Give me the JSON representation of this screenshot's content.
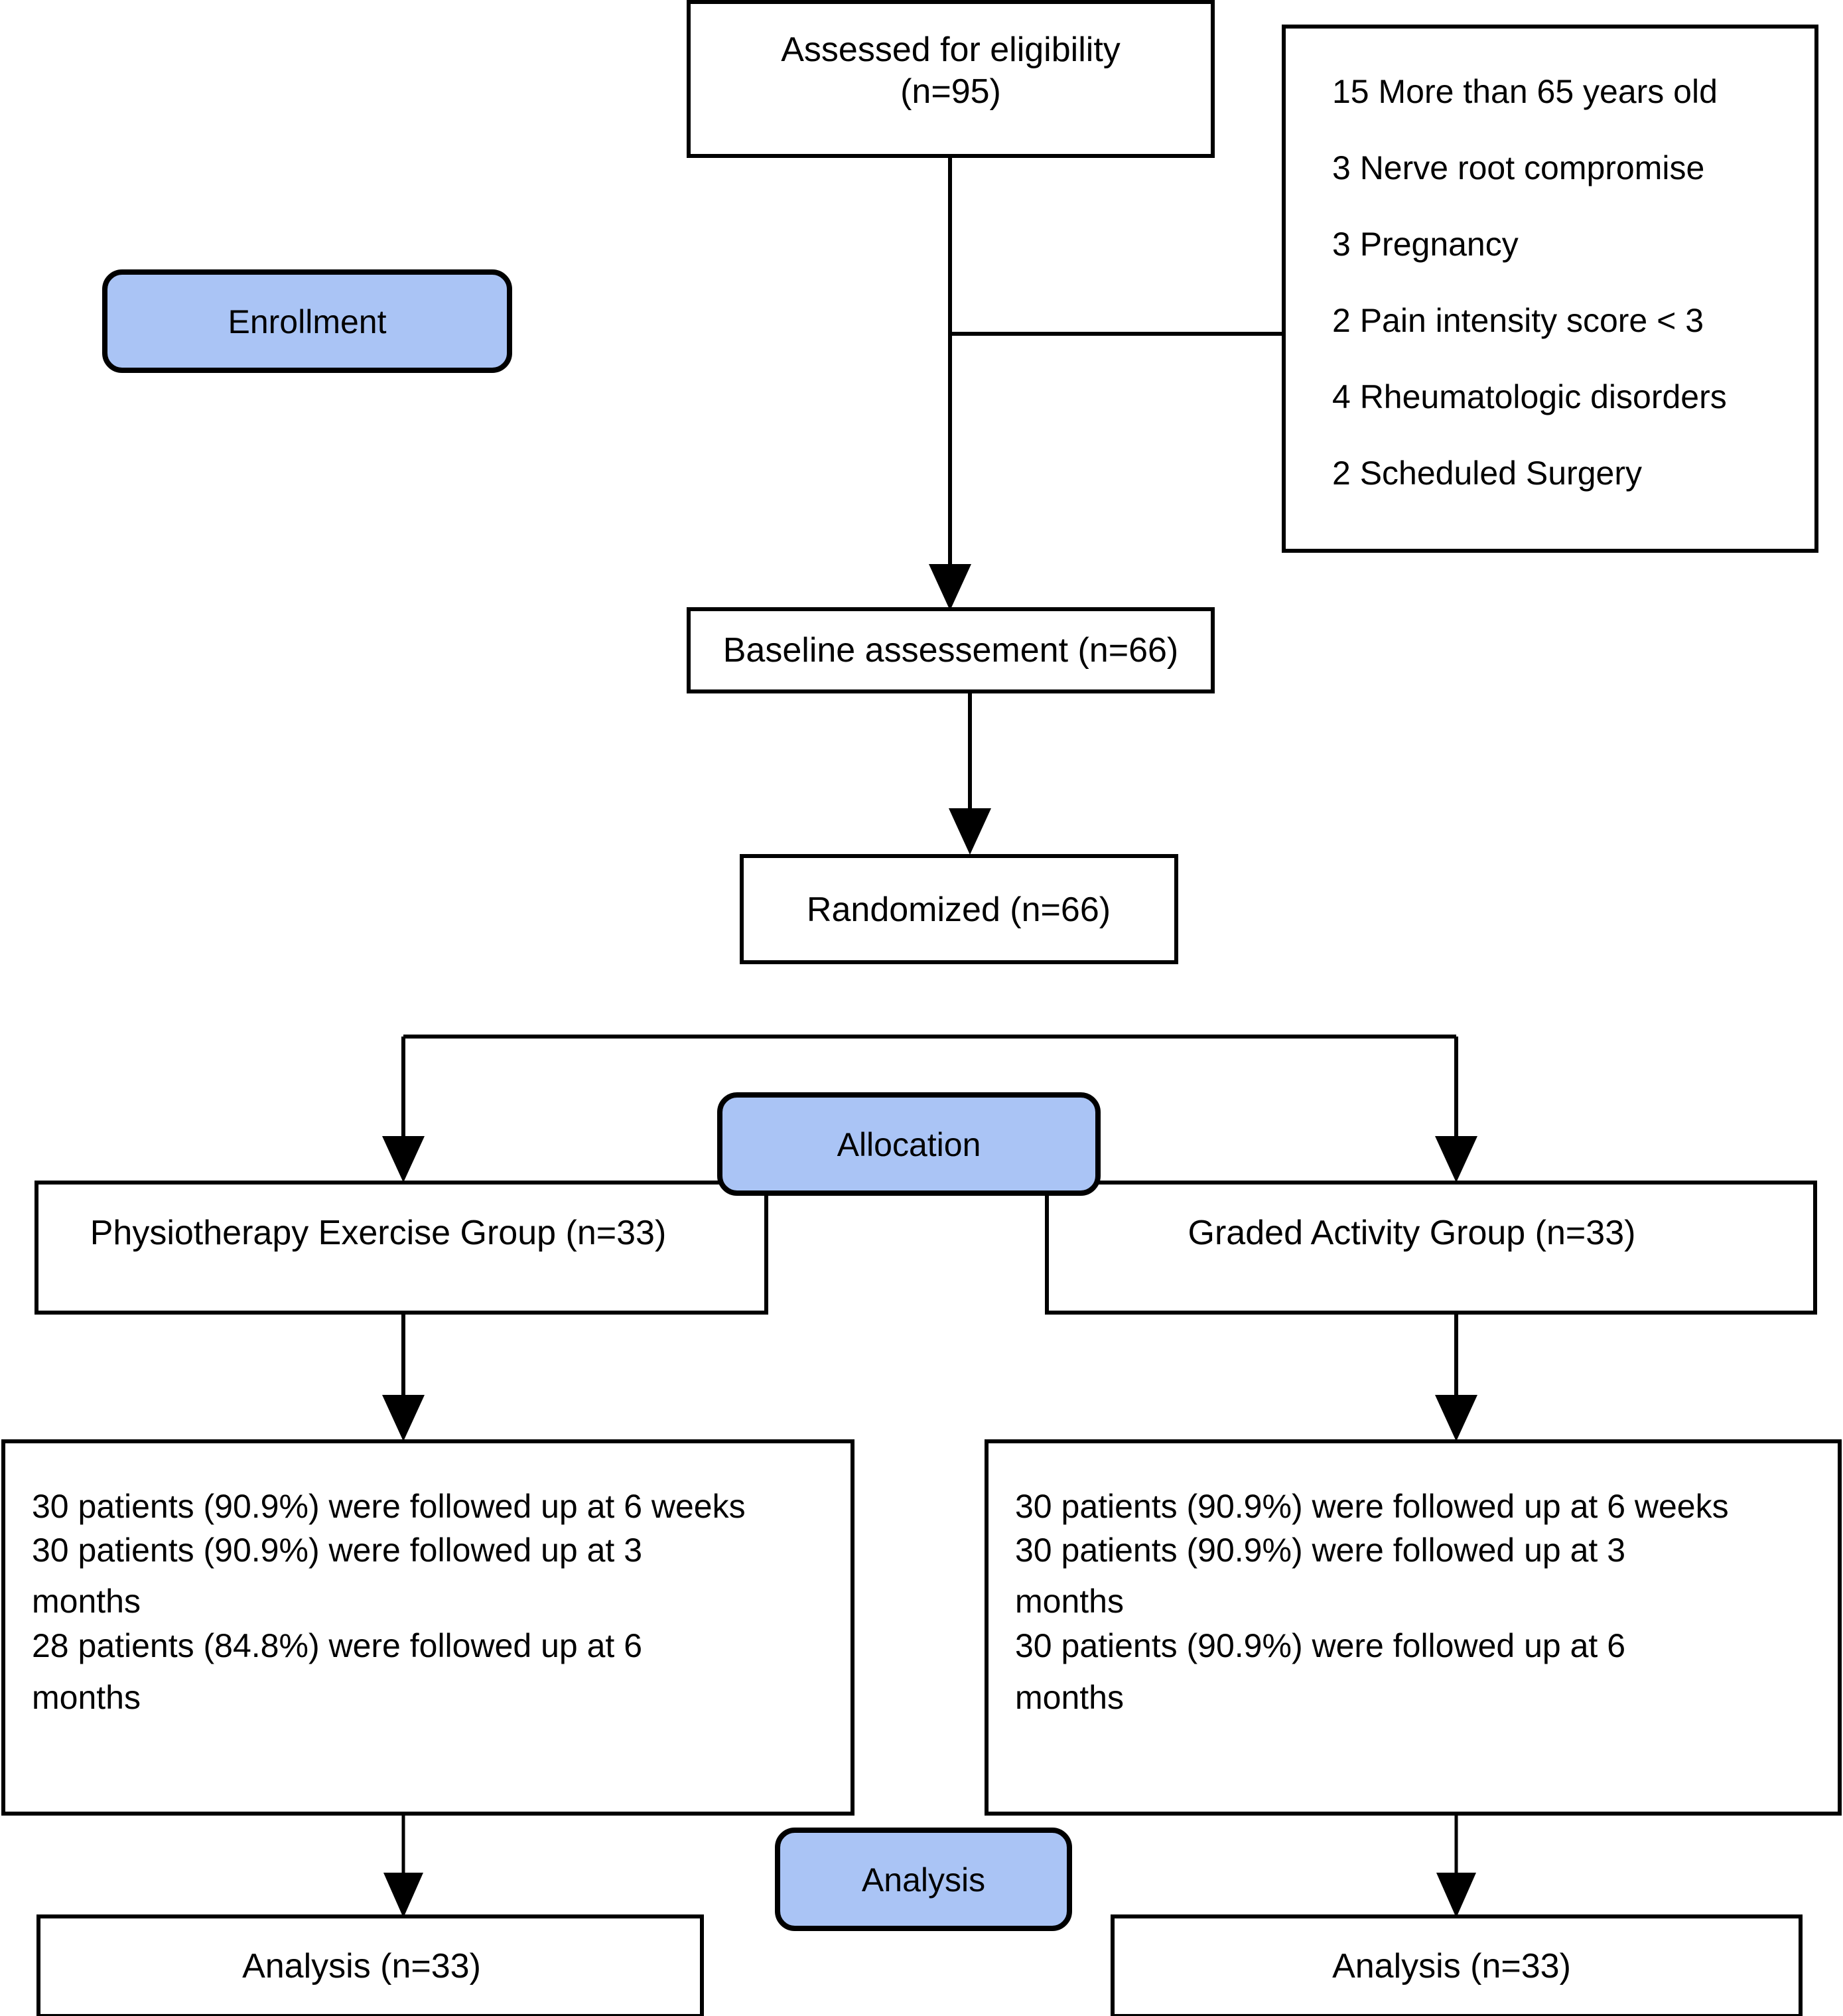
{
  "diagram": {
    "type": "consort-flow-diagram",
    "accent_color": "#aac4f5",
    "line_color": "#000000",
    "background_color": "#ffffff"
  },
  "stages": [
    {
      "key": "enrollment",
      "label": "Enrollment"
    },
    {
      "key": "allocation",
      "label": "Allocation"
    },
    {
      "key": "analysis",
      "label": "Analysis"
    }
  ],
  "nodes": {
    "assessed": {
      "line1": "Assessed for eligibility",
      "line2": "(n=95)"
    },
    "baseline": {
      "label": "Baseline assessement (n=66)"
    },
    "randomized": {
      "label": "Randomized (n=66)"
    },
    "group_left": {
      "label": "Physiotherapy Exercise Group (n=33)"
    },
    "group_right": {
      "label": "Graded Activity Group (n=33)"
    },
    "analysis_left": {
      "label": "Analysis (n=33)"
    },
    "analysis_right": {
      "label": "Analysis (n=33)"
    }
  },
  "exclusions": {
    "items": [
      "15 More than 65 years old",
      "3 Nerve root compromise",
      "3 Pregnancy",
      "2 Pain intensity score < 3",
      "4 Rheumatologic disorders",
      "2 Scheduled Surgery"
    ]
  },
  "followup_left": {
    "lines": [
      "30 patients (90.9%) were followed up at 6 weeks",
      "30 patients (90.9%) were followed up at 3",
      "months",
      "28 patients (84.8%) were followed up at 6",
      "months"
    ]
  },
  "followup_right": {
    "lines": [
      "30 patients (90.9%) were followed up at 6 weeks",
      "30 patients (90.9%) were followed up at 3",
      "months",
      "30 patients (90.9%) were followed up at 6",
      "months"
    ]
  }
}
